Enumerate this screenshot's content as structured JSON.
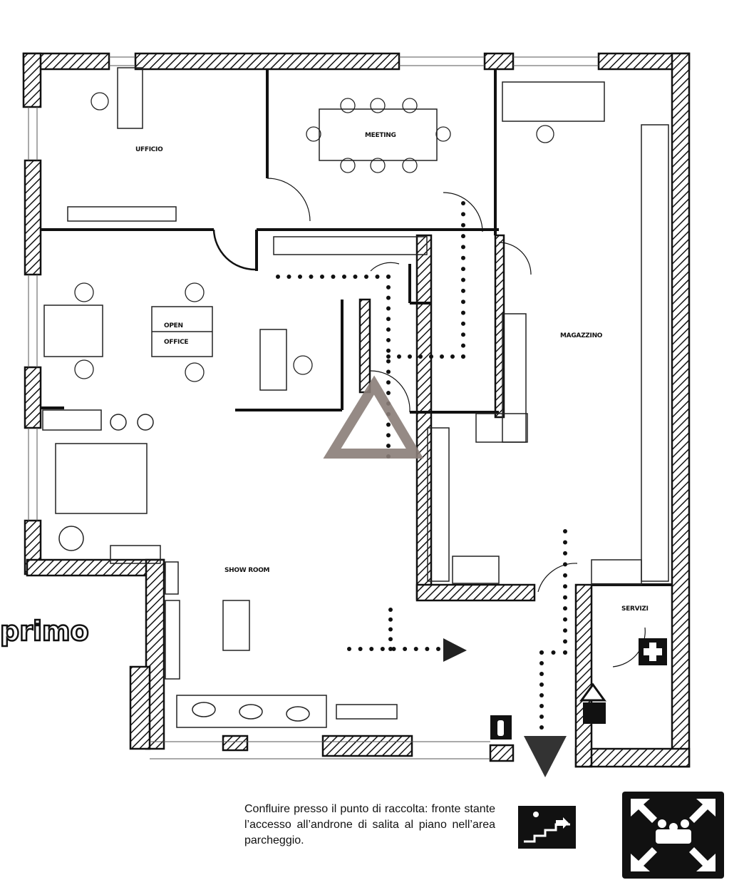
{
  "floor_label": "primo",
  "rooms": {
    "ufficio": "UFFICIO",
    "meeting": "MEETING",
    "open_office_1": "OPEN",
    "open_office_2": "OFFICE",
    "magazzino": "MAGAZZINO",
    "show_room": "SHOW ROOM",
    "servizi": "SERVIZI"
  },
  "note": "Confluire presso il punto di raccolta: fronte stante l’accesso all’androne di salita al piano nell’area parcheggio.",
  "icons": [
    "emergency-exit-sign-icon",
    "assembly-point-sign-icon",
    "first-aid-icon",
    "fire-extinguisher-icon",
    "electrical-hazard-icon",
    "evacuation-arrow-icon"
  ],
  "colors": {
    "wall": "#111111",
    "watermark": "#8a7d78"
  }
}
